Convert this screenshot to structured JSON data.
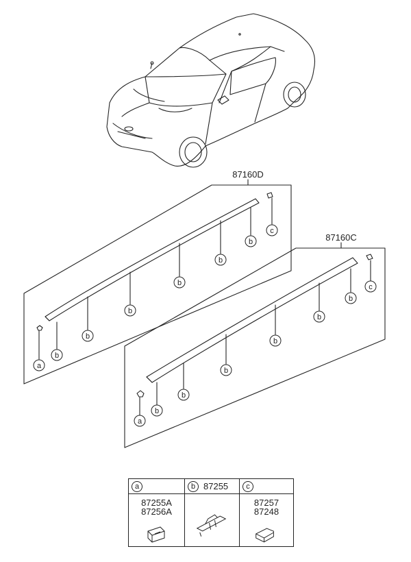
{
  "main": {
    "assemblies": [
      {
        "part_number": "87160D"
      },
      {
        "part_number": "87160C"
      }
    ],
    "callouts": {
      "a": "a",
      "b": "b",
      "c": "c"
    }
  },
  "legend": {
    "cells": [
      {
        "key": "a",
        "parts": [
          "87255A",
          "87256A"
        ],
        "header_part": ""
      },
      {
        "key": "b",
        "parts": [],
        "header_part": "87255"
      },
      {
        "key": "c",
        "parts": [
          "87257",
          "87248"
        ],
        "header_part": ""
      }
    ]
  }
}
